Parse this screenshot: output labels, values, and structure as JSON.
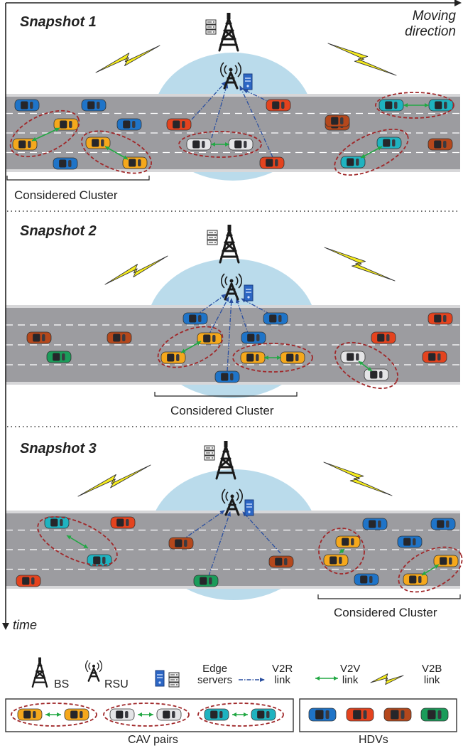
{
  "snapshots": [
    {
      "label": "Snapshot 1",
      "cluster_label": "Considered Cluster"
    },
    {
      "label": "Snapshot 2",
      "cluster_label": "Considered Cluster"
    },
    {
      "label": "Snapshot 3",
      "cluster_label": "Considered Cluster"
    }
  ],
  "axes": {
    "x_label": "Moving direction",
    "y_label": "time"
  },
  "legend": {
    "bs": "BS",
    "rsu": "RSU",
    "edge_line1": "Edge",
    "edge_line2": "servers",
    "v2r_line1": "V2R",
    "v2r_line2": "link",
    "v2v_line1": "V2V",
    "v2v_line2": "link",
    "v2b_line1": "V2B",
    "v2b_line2": "link",
    "cav_pairs": "CAV pairs",
    "hdvs": "HDVs"
  },
  "colors": {
    "road": "#9c9ca0",
    "coverage": "#a9d2e6",
    "cav_yellow": "#f5a81c",
    "cav_silver": "#e4e4e6",
    "cav_teal": "#1fb3c0",
    "hdv_blue": "#1f74c8",
    "hdv_red": "#e4431e",
    "hdv_orange": "#b5481c",
    "hdv_green": "#1b9c5a",
    "cluster_ring": "#a0282a",
    "v2v": "#22a844",
    "v2r": "#2a4fa0",
    "v2b": "#f6ec1d"
  }
}
